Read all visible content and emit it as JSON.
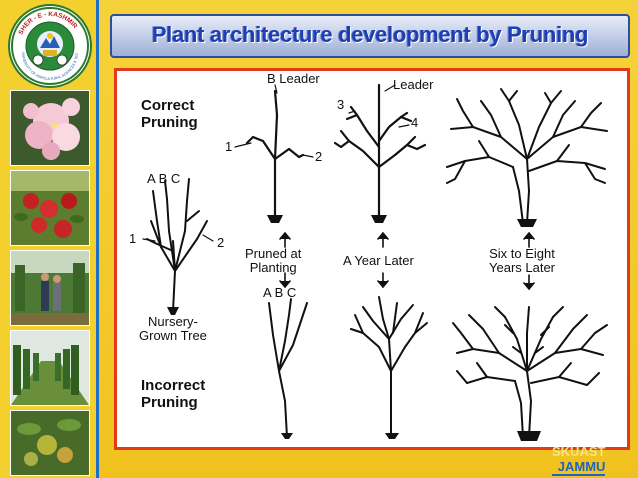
{
  "slide": {
    "title": "Plant architecture development by Pruning"
  },
  "logo": {
    "top_text": "SHER - E - KASHMIR",
    "side_text": "UNIVERSITY OF AGRICULTURAL SCIENCES & TECHNOLOGY, JAMMU"
  },
  "diagram": {
    "correct_label_1": "Correct",
    "correct_label_2": "Pruning",
    "incorrect_label_1": "Incorrect",
    "incorrect_label_2": "Pruning",
    "nursery_label_1": "Nursery-",
    "nursery_label_2": "Grown Tree",
    "abc_top": "A B C",
    "abc_bottom": "A  B  C",
    "num_1": "1",
    "num_2": "2",
    "num_3": "3",
    "num_4": "4",
    "b_leader": "B Leader",
    "leader": "Leader",
    "pruned_1": "Pruned at",
    "pruned_2": "Planting",
    "year_later": "A Year Later",
    "six_eight_1": "Six to Eight",
    "six_eight_2": "Years Later"
  },
  "footer": {
    "brand_line1": "SKUAST",
    "brand_line2": "JAMMU"
  }
}
